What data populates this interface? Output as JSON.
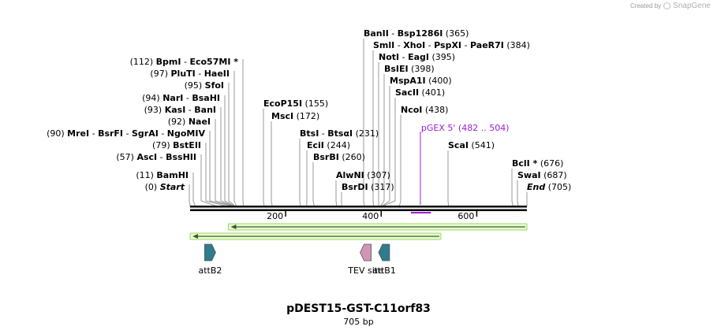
{
  "credit": {
    "prefix": "Created by",
    "brand": "SnapGene"
  },
  "map_title": "pDEST15-GST-C11orf83",
  "map_length": "705 bp",
  "sequence_length": 705,
  "ruler_ticks": [
    200,
    400,
    600
  ],
  "colors": {
    "line": "#000000",
    "leader": "#999999",
    "primer": "#9c1fd6",
    "orf_fill": "#eaffd0",
    "orf_border": "#9ad468",
    "att_fill": "#2f7b8f",
    "tev_fill": "#d296b5"
  },
  "enzymes": [
    {
      "name": "BanII",
      "partner": "Bsp1286I",
      "pos": 365,
      "pos_label": "(365)"
    },
    {
      "name": "SmlI",
      "partner": "XhoI",
      "partner2": "PspXI",
      "partner3": "PaeR7I",
      "pos": 384,
      "pos_label": "(384)"
    },
    {
      "name": "NotI",
      "partner": "EagI",
      "pos": 395,
      "pos_label": "(395)"
    },
    {
      "name": "BsIEI",
      "pos": 398,
      "pos_label": "(398)"
    },
    {
      "name": "MspA1I",
      "pos": 400,
      "pos_label": "(400)"
    },
    {
      "name": "SacII",
      "pos": 401,
      "pos_label": "(401)"
    },
    {
      "name": "NcoI",
      "pos": 438,
      "pos_label": "(438)"
    },
    {
      "name": "ScaI",
      "pos": 541,
      "pos_label": "(541)"
    },
    {
      "name": "BclI *",
      "pos": 676,
      "pos_label": "(676)"
    },
    {
      "name": "SwaI",
      "pos": 687,
      "pos_label": "(687)"
    },
    {
      "name": "End",
      "pos": 705,
      "pos_label": "(705)",
      "italic": true
    },
    {
      "name": "EcoP15I",
      "pos": 155,
      "pos_label": "(155)"
    },
    {
      "name": "MscI",
      "pos": 172,
      "pos_label": "(172)"
    },
    {
      "name": "BtsI",
      "partner": "BtsαI",
      "pos": 231,
      "pos_label": "(231)"
    },
    {
      "name": "EciI",
      "pos": 244,
      "pos_label": "(244)"
    },
    {
      "name": "BsrBI",
      "pos": 260,
      "pos_label": "(260)"
    },
    {
      "name": "AlwNI",
      "pos": 307,
      "pos_label": "(307)"
    },
    {
      "name": "BsrDI",
      "pos": 317,
      "pos_label": "(317)"
    },
    {
      "name": "BpmI",
      "partner": "Eco57MI *",
      "pos": 112,
      "pos_label": "(112)"
    },
    {
      "name": "PluTI",
      "partner": "HaeII",
      "pos": 97,
      "pos_label": "(97)"
    },
    {
      "name": "SfoI",
      "pos": 95,
      "pos_label": "(95)"
    },
    {
      "name": "NarI",
      "partner": "BsaHI",
      "pos": 94,
      "pos_label": "(94)"
    },
    {
      "name": "KasI",
      "partner": "BanI",
      "pos": 93,
      "pos_label": "(93)"
    },
    {
      "name": "NaeI",
      "pos": 92,
      "pos_label": "(92)"
    },
    {
      "name": "MreI",
      "partner": "BsrFI",
      "partner2": "SgrAI",
      "partner3": "NgoMIV",
      "pos": 90,
      "pos_label": "(90)"
    },
    {
      "name": "BstEII",
      "pos": 79,
      "pos_label": "(79)"
    },
    {
      "name": "AscI",
      "partner": "BssHII",
      "pos": 57,
      "pos_label": "(57)"
    },
    {
      "name": "BamHI",
      "pos": 11,
      "pos_label": "(11)"
    },
    {
      "name": "Start",
      "pos": 0,
      "pos_label": "(0)",
      "italic": true
    }
  ],
  "primer": {
    "name": "pGEX 5'",
    "range": "(482 .. 504)",
    "start": 482,
    "end": 504
  },
  "orfs": [
    {
      "start": 705,
      "end": 80,
      "direction": "reverse"
    },
    {
      "start": 525,
      "end": 0,
      "direction": "reverse"
    }
  ],
  "features": [
    {
      "name": "attB2",
      "start": 30,
      "end": 54,
      "direction": "forward",
      "type": "att"
    },
    {
      "name": "TEV site",
      "start": 357,
      "end": 378,
      "direction": "reverse",
      "type": "tev"
    },
    {
      "name": "attB1",
      "start": 394,
      "end": 418,
      "direction": "reverse",
      "type": "att"
    }
  ]
}
